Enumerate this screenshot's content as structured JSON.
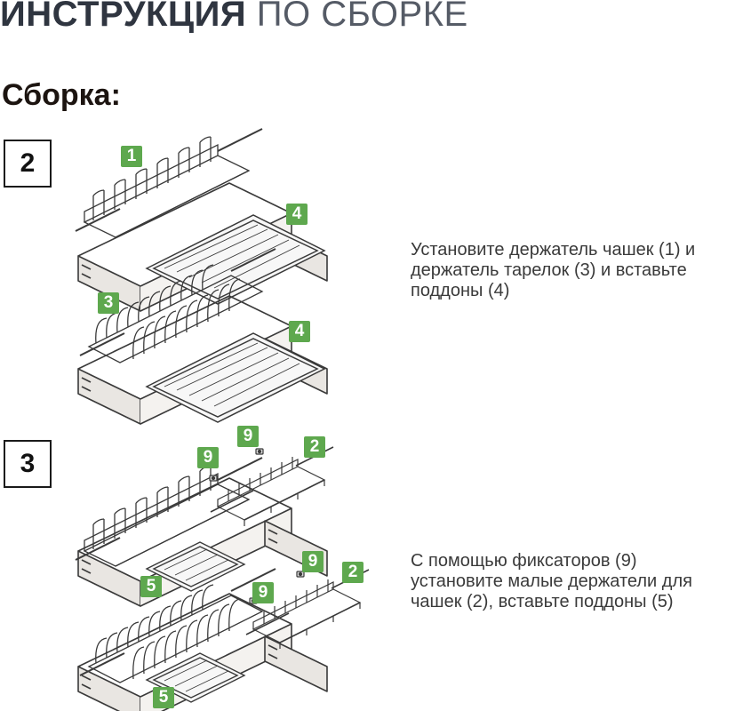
{
  "header": {
    "title_bold": "ИНСТРУКЦИЯ",
    "title_light": "ПО СБОРКЕ"
  },
  "section": {
    "heading": "Сборка:"
  },
  "steps": [
    {
      "number": "2",
      "instruction_lines": [
        "Установите держатель чашек (1) и",
        "держатель тарелок (3) и вставьте",
        "поддоны (4)"
      ],
      "labels": [
        "1",
        "4",
        "3",
        "4"
      ]
    },
    {
      "number": "3",
      "instruction_lines": [
        "С помощью фиксаторов (9)",
        "установите малые держатели для",
        "чашек (2), вставьте поддоны (5)"
      ],
      "labels": [
        "9",
        "9",
        "2",
        "9",
        "2",
        "9",
        "5",
        "5"
      ]
    }
  ],
  "colors": {
    "badge": "#5ea84e",
    "drawing": "#3a3a3a"
  }
}
